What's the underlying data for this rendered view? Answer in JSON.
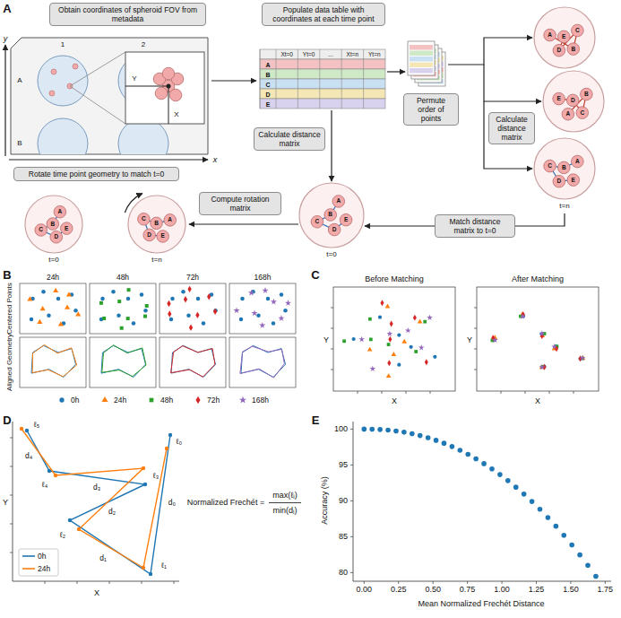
{
  "diagram": {
    "nodes": [
      {
        "text": [
          "Obtain coordinates of spheroid FOV from metadata"
        ]
      },
      {
        "text": [
          "Populate data table with coordinates at each time point"
        ]
      },
      {
        "text": [
          "Permute order of points"
        ]
      },
      {
        "text": [
          "Calculate distance matrix"
        ]
      },
      {
        "text": [
          "Calculate distance matrix"
        ]
      },
      {
        "text": [
          "Match distance matrix to t=0"
        ]
      },
      {
        "text": [
          "Compute rotation matrix"
        ]
      },
      {
        "text": [
          "Rotate time point geometry to match t=0"
        ]
      }
    ],
    "labels": [
      "A",
      "B",
      "C",
      "D",
      "E",
      "1",
      "2",
      "A",
      "B",
      "y",
      "x",
      "Y",
      "X",
      "Xt=0",
      "Yt=0",
      "...",
      "Xt=n",
      "Yt=n",
      "A",
      "B",
      "C",
      "D",
      "E",
      "C",
      "E",
      "A",
      "D",
      "B",
      "B",
      "D",
      "E",
      "A",
      "C",
      "A",
      "B",
      "C",
      "D",
      "E",
      "A",
      "B",
      "C",
      "D",
      "E",
      "A",
      "B",
      "C",
      "D",
      "E",
      "A",
      "B",
      "C",
      "D",
      "E",
      "t=n",
      "t=0",
      "t=0",
      "t=n",
      "24h",
      "48h",
      "72h",
      "168h",
      "Centered Points",
      "Aligned Geometry",
      "Before Matching",
      "After Matching",
      "X",
      "Y",
      "X",
      "Y",
      "X",
      "Y",
      "ℓ₀",
      "ℓ₁",
      "ℓ₂",
      "ℓ₃",
      "ℓ₄",
      "ℓ₅",
      "d₀",
      "d₁",
      "d₂",
      "d₃",
      "d₄",
      "Normalized Frechét =",
      "max(ℓᵢ)",
      "min(dᵢ)",
      "80",
      "85",
      "90",
      "95",
      "100",
      "0.00",
      "0.25",
      "0.50",
      "0.75",
      "1.00",
      "1.25",
      "1.50",
      "1.75",
      "Accuracy (%)",
      "Mean Normalized Frechét Distance"
    ],
    "legend": [
      {
        "text": "0h"
      },
      {
        "text": "24h"
      },
      {
        "text": "48h"
      },
      {
        "text": "72h"
      },
      {
        "text": "168h"
      },
      {
        "text": "0h"
      },
      {
        "text": "24h"
      }
    ]
  }
}
